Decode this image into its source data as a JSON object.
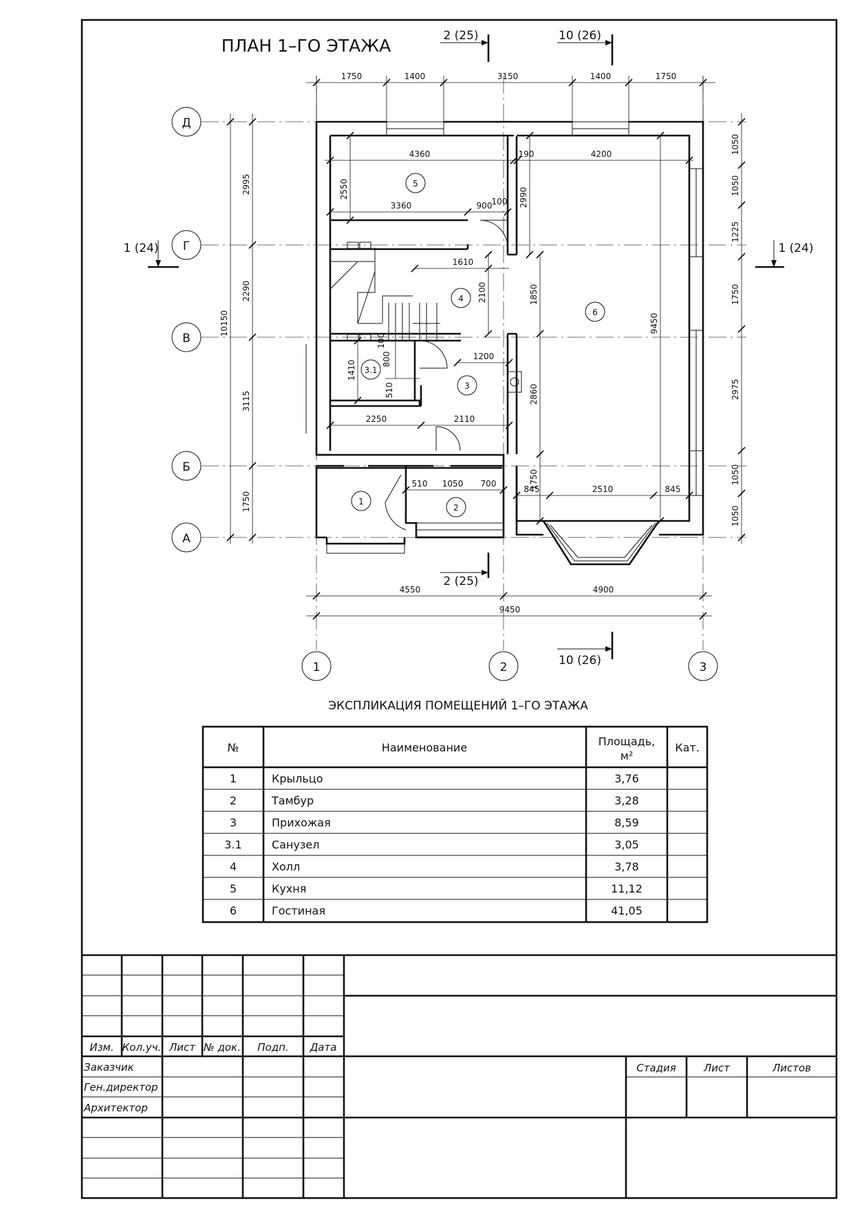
{
  "plan": {
    "title": "ПЛАН 1–ГО ЭТАЖА",
    "section_marks": {
      "s2_top": "2 (25)",
      "s10_top": "10 (26)",
      "s1_left": "1 (24)",
      "s1_right": "1 (24)",
      "s2_bottom": "2 (25)",
      "s10_bottom": "10 (26)"
    },
    "axes": {
      "rows": [
        "Д",
        "Г",
        "В",
        "Б",
        "А"
      ],
      "cols": [
        "1",
        "2",
        "3"
      ]
    },
    "dims": {
      "top": [
        "1750",
        "1400",
        "3150",
        "1400",
        "1750"
      ],
      "bottom_row1": [
        "4550",
        "4900"
      ],
      "bottom_total": "9450",
      "left_inner": [
        "2995",
        "2290",
        "3115",
        "1750"
      ],
      "left_total": "10150",
      "right": [
        "1050",
        "1050",
        "1225",
        "1750",
        "2975",
        "1050",
        "1050"
      ],
      "interior": {
        "d4360": "4360",
        "d190": "190",
        "d4200": "4200",
        "d2550": "2550",
        "d3360": "3360",
        "d900": "900",
        "d100a": "100",
        "d2990": "2990",
        "d9450": "9450",
        "d1610": "1610",
        "d2100": "2100",
        "d1850": "1850",
        "d100b": "100",
        "d800": "800",
        "d1410": "1410",
        "d1200": "1200",
        "d510a": "510",
        "d2860": "2860",
        "d2250": "2250",
        "d2110": "2110",
        "d1750": "1750",
        "d510b": "510",
        "d1050": "1050",
        "d700": "700",
        "d845a": "845",
        "d2510": "2510",
        "d845b": "845"
      }
    },
    "rooms": [
      "1",
      "2",
      "3",
      "3.1",
      "4",
      "5",
      "6"
    ]
  },
  "schedule": {
    "title": "ЭКСПЛИКАЦИЯ ПОМЕЩЕНИЙ 1–ГО ЭТАЖА",
    "headers": {
      "num": "№",
      "name": "Наименование",
      "area": "Площадь,",
      "area_unit": "м²",
      "cat": "Кат."
    },
    "rows": [
      {
        "num": "1",
        "name": "Крыльцо",
        "area": "3,76",
        "cat": ""
      },
      {
        "num": "2",
        "name": "Тамбур",
        "area": "3,28",
        "cat": ""
      },
      {
        "num": "3",
        "name": "Прихожая",
        "area": "8,59",
        "cat": ""
      },
      {
        "num": "3.1",
        "name": "Санузел",
        "area": "3,05",
        "cat": ""
      },
      {
        "num": "4",
        "name": "Холл",
        "area": "3,78",
        "cat": ""
      },
      {
        "num": "5",
        "name": "Кухня",
        "area": "11,12",
        "cat": ""
      },
      {
        "num": "6",
        "name": "Гостиная",
        "area": "41,05",
        "cat": ""
      }
    ]
  },
  "stamp": {
    "columns": [
      "Изм.",
      "Кол.уч.",
      "Лист",
      "№ док.",
      "Подп.",
      "Дата"
    ],
    "roles": [
      "Заказчик",
      "Ген.директор",
      "Архитектор"
    ],
    "stage_headers": [
      "Стадия",
      "Лист",
      "Листов"
    ]
  }
}
